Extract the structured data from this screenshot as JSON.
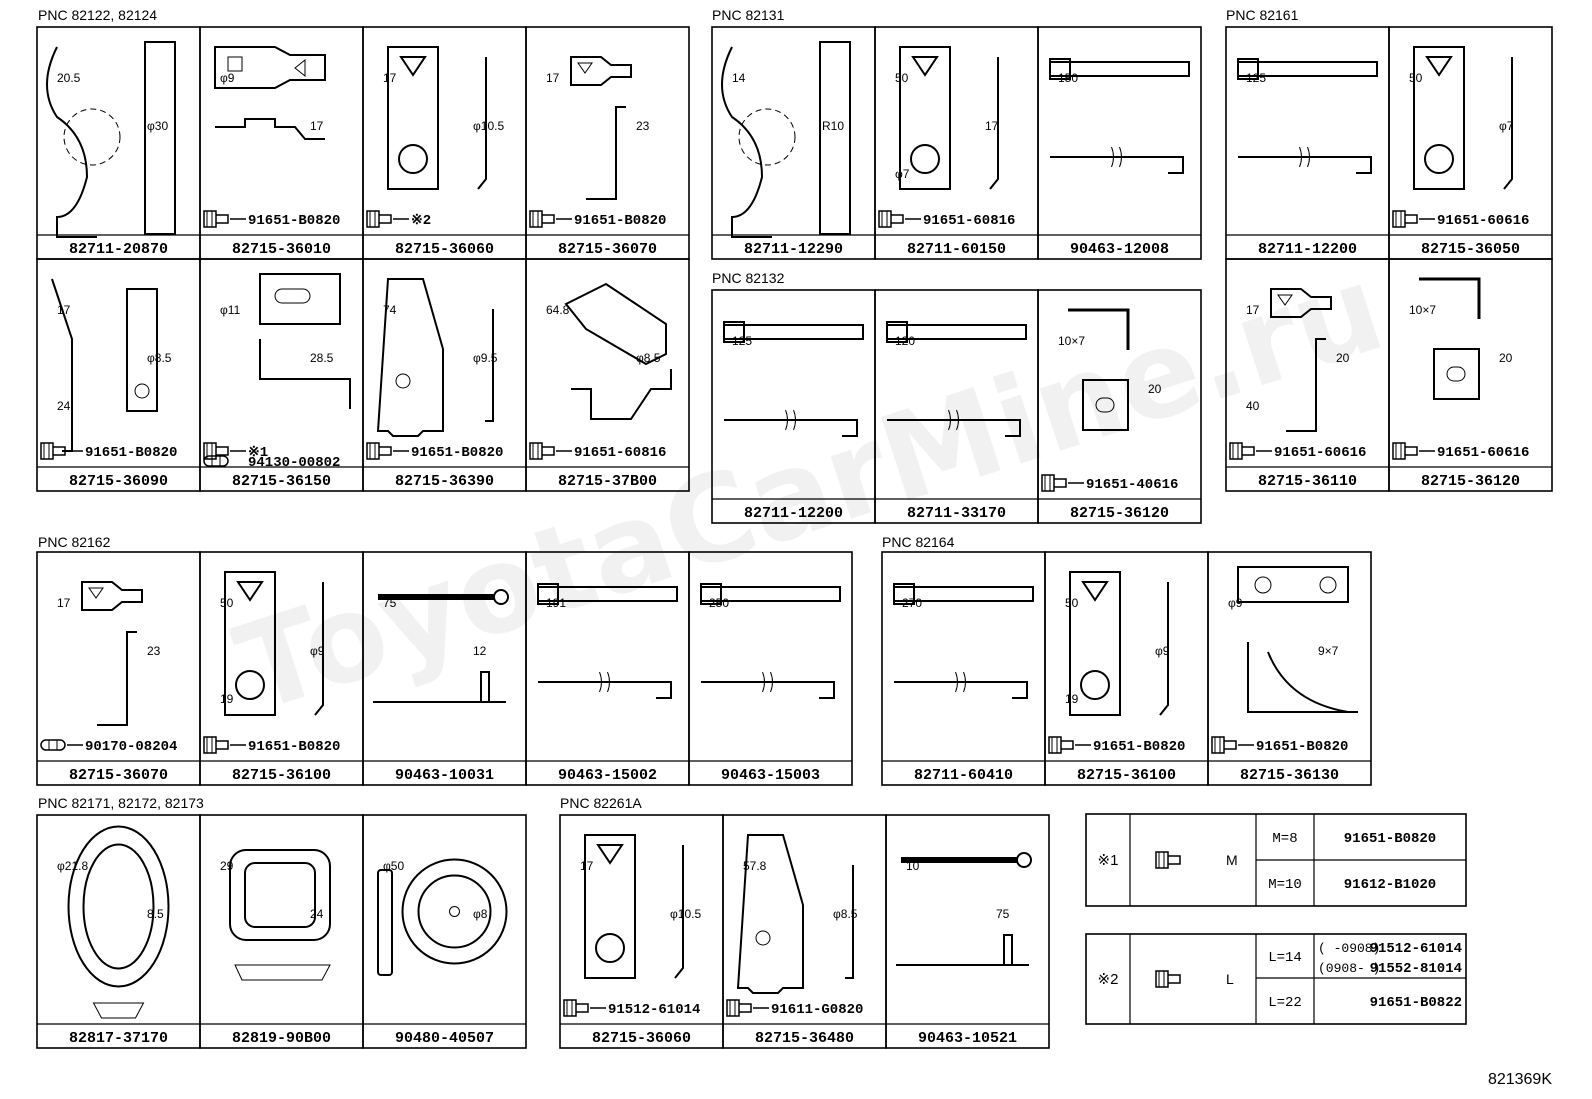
{
  "watermark": "ToyotaCarMine.ru",
  "diagram_code": "821369K",
  "colors": {
    "ink": "#000000",
    "paper": "#ffffff"
  },
  "groups": [
    {
      "id": "g1",
      "label": "PNC 82122, 82124",
      "cells": [
        {
          "part": "82711-20870",
          "items": [
            {
              "icon": "harness-clip-icon"
            }
          ],
          "dims": [
            "20.5",
            "φ30"
          ],
          "fastener": null
        },
        {
          "part": "82715-36010",
          "items": [
            {
              "icon": "flat-bracket-icon"
            }
          ],
          "dims": [
            "φ9",
            "17"
          ],
          "fastener": {
            "icon": "bolt-icon",
            "part": "91651-B0820"
          }
        },
        {
          "part": "82715-36060",
          "items": [
            {
              "icon": "plate-bracket-icon"
            }
          ],
          "dims": [
            "17",
            "φ10.5"
          ],
          "fastener": {
            "icon": "bolt-icon",
            "part": "※2"
          }
        },
        {
          "part": "82715-36070",
          "items": [
            {
              "icon": "clip-bracket-icon"
            }
          ],
          "dims": [
            "17",
            "23"
          ],
          "fastener": {
            "icon": "bolt-icon",
            "part": "91651-B0820"
          }
        },
        {
          "part": "82715-36090",
          "items": [
            {
              "icon": "bent-bracket-icon"
            }
          ],
          "dims": [
            "17",
            "φ8.5",
            "24"
          ],
          "fastener": {
            "icon": "bolt-icon",
            "part": "91651-B0820"
          }
        },
        {
          "part": "82715-36150",
          "items": [
            {
              "icon": "slot-bracket-icon"
            }
          ],
          "dims": [
            "φ11",
            "28.5"
          ],
          "fastener": {
            "icon": "bolt-icon",
            "part": "※1"
          },
          "fastener2": {
            "icon": "nut-icon",
            "part": "94130-00802"
          }
        },
        {
          "part": "82715-36390",
          "items": [
            {
              "icon": "long-plate-icon"
            }
          ],
          "dims": [
            "74",
            "φ9.5"
          ],
          "fastener": {
            "icon": "bolt-icon",
            "part": "91651-B0820"
          }
        },
        {
          "part": "82715-37B00",
          "items": [
            {
              "icon": "angled-bracket-icon"
            }
          ],
          "dims": [
            "64.8",
            "φ8.5"
          ],
          "fastener": {
            "icon": "bolt-icon",
            "part": "91651-60816"
          }
        }
      ]
    },
    {
      "id": "g2",
      "label": "PNC 82131",
      "cells": [
        {
          "part": "82711-12290",
          "items": [
            {
              "icon": "harness-clip-icon"
            }
          ],
          "dims": [
            "14",
            "R10"
          ],
          "fastener": null
        },
        {
          "part": "82711-60150",
          "items": [
            {
              "icon": "plate-bracket-icon"
            }
          ],
          "dims": [
            "50",
            "17",
            "φ7"
          ],
          "fastener": {
            "icon": "bolt-icon",
            "part": "91651-60816"
          }
        },
        {
          "part": "90463-12008",
          "items": [
            {
              "icon": "cable-tie-icon"
            }
          ],
          "dims": [
            "150"
          ],
          "fastener": null
        }
      ]
    },
    {
      "id": "g3",
      "label": "PNC 82161",
      "cells": [
        {
          "part": "82711-12200",
          "items": [
            {
              "icon": "cable-tie-icon"
            }
          ],
          "dims": [
            "125"
          ],
          "fastener": null
        },
        {
          "part": "82715-36050",
          "items": [
            {
              "icon": "plate-bracket-icon"
            }
          ],
          "dims": [
            "50",
            "φ7"
          ],
          "fastener": {
            "icon": "bolt-icon",
            "part": "91651-60616"
          }
        },
        {
          "part": "82715-36110",
          "items": [
            {
              "icon": "clip-bracket-icon"
            }
          ],
          "dims": [
            "17",
            "20",
            "40"
          ],
          "fastener": {
            "icon": "bolt-icon",
            "part": "91651-60616"
          }
        },
        {
          "part": "82715-36120",
          "items": [
            {
              "icon": "l-bracket-icon"
            }
          ],
          "dims": [
            "10×7",
            "20"
          ],
          "fastener": {
            "icon": "bolt-icon",
            "part": "91651-60616"
          }
        }
      ]
    },
    {
      "id": "g4",
      "label": "PNC 82132",
      "cells": [
        {
          "part": "82711-12200",
          "items": [
            {
              "icon": "cable-tie-icon"
            }
          ],
          "dims": [
            "125"
          ],
          "fastener": null
        },
        {
          "part": "82711-33170",
          "items": [
            {
              "icon": "cable-tie-icon"
            }
          ],
          "dims": [
            "120"
          ],
          "fastener": null
        },
        {
          "part": "82715-36120",
          "items": [
            {
              "icon": "l-bracket-icon"
            }
          ],
          "dims": [
            "10×7",
            "20"
          ],
          "fastener": {
            "icon": "bolt-icon",
            "part": "91651-40616"
          }
        }
      ]
    },
    {
      "id": "g5",
      "label": "PNC 82162",
      "cells": [
        {
          "part": "82715-36070",
          "items": [
            {
              "icon": "clip-bracket-icon"
            }
          ],
          "dims": [
            "17",
            "23"
          ],
          "fastener": {
            "icon": "nut-icon",
            "part": "90170-08204"
          }
        },
        {
          "part": "82715-36100",
          "items": [
            {
              "icon": "plate-bracket-icon"
            }
          ],
          "dims": [
            "50",
            "φ9",
            "19"
          ],
          "fastener": {
            "icon": "bolt-icon",
            "part": "91651-B0820"
          }
        },
        {
          "part": "90463-10031",
          "items": [
            {
              "icon": "strap-icon"
            }
          ],
          "dims": [
            "75",
            "12"
          ],
          "fastener": null
        },
        {
          "part": "90463-15002",
          "items": [
            {
              "icon": "cable-tie-icon"
            }
          ],
          "dims": [
            "191"
          ],
          "fastener": null
        },
        {
          "part": "90463-15003",
          "items": [
            {
              "icon": "cable-tie-icon"
            }
          ],
          "dims": [
            "250"
          ],
          "fastener": null
        }
      ]
    },
    {
      "id": "g6",
      "label": "PNC 82164",
      "cells": [
        {
          "part": "82711-60410",
          "items": [
            {
              "icon": "cable-tie-icon"
            }
          ],
          "dims": [
            "270"
          ],
          "fastener": null
        },
        {
          "part": "82715-36100",
          "items": [
            {
              "icon": "plate-bracket-icon"
            }
          ],
          "dims": [
            "50",
            "φ9",
            "19"
          ],
          "fastener": {
            "icon": "bolt-icon",
            "part": "91651-B0820"
          }
        },
        {
          "part": "82715-36130",
          "items": [
            {
              "icon": "double-hole-bracket-icon"
            }
          ],
          "dims": [
            "φ9",
            "9×7"
          ],
          "fastener": {
            "icon": "bolt-icon",
            "part": "91651-B0820"
          }
        }
      ]
    },
    {
      "id": "g7",
      "label": "PNC 82171, 82172, 82173",
      "cells": [
        {
          "part": "82817-37170",
          "items": [
            {
              "icon": "oval-grommet-icon"
            }
          ],
          "dims": [
            "φ21.8",
            "8.5"
          ],
          "fastener": null
        },
        {
          "part": "82819-90B00",
          "items": [
            {
              "icon": "square-grommet-icon"
            }
          ],
          "dims": [
            "29",
            "24"
          ],
          "fastener": null
        },
        {
          "part": "90480-40507",
          "items": [
            {
              "icon": "round-grommet-icon"
            }
          ],
          "dims": [
            "φ50",
            "φ8"
          ],
          "fastener": null
        }
      ]
    },
    {
      "id": "g8",
      "label": "PNC 82261A",
      "cells": [
        {
          "part": "82715-36060",
          "items": [
            {
              "icon": "plate-bracket-icon"
            }
          ],
          "dims": [
            "17",
            "φ10.5"
          ],
          "fastener": {
            "icon": "bolt-icon",
            "part": "91512-61014"
          }
        },
        {
          "part": "82715-36480",
          "items": [
            {
              "icon": "long-plate-icon"
            }
          ],
          "dims": [
            "57.8",
            "φ8.5"
          ],
          "fastener": {
            "icon": "bolt-icon",
            "part": "91611-G0820"
          }
        },
        {
          "part": "90463-10521",
          "items": [
            {
              "icon": "strap-icon"
            }
          ],
          "dims": [
            "10",
            "75"
          ],
          "fastener": null
        }
      ]
    }
  ],
  "legend1": {
    "mark": "※1",
    "dim": "M",
    "rows": [
      {
        "cond": "M=8",
        "part": "91651-B0820"
      },
      {
        "cond": "M=10",
        "part": "91612-B1020"
      }
    ]
  },
  "legend2": {
    "mark": "※2",
    "dim": "L",
    "rows": [
      {
        "cond": "L=14",
        "lines": [
          {
            "range": "(      -0908)",
            "part": "91512-61014"
          },
          {
            "range": "(0908-      )",
            "part": "91552-81014"
          }
        ]
      },
      {
        "cond": "L=22",
        "lines": [
          {
            "range": "",
            "part": "91651-B0822"
          }
        ]
      }
    ]
  }
}
